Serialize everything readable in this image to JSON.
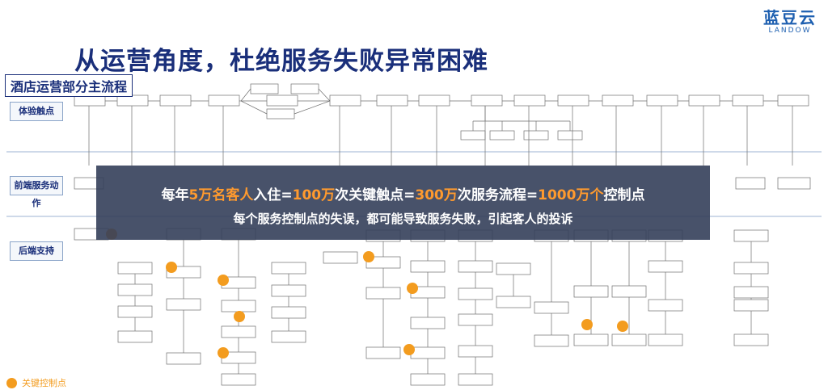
{
  "brand": {
    "name_cn": "蓝豆云",
    "name_en": "LANDOW"
  },
  "title": "从运营角度，杜绝服务失败异常困难",
  "subtitle": "酒店运营部分主流程",
  "lanes": [
    "体验触点",
    "前端服务动作",
    "后端支持"
  ],
  "overlay": {
    "line1": [
      {
        "text": "每年",
        "hl": false
      },
      {
        "text": "5万名客人",
        "hl": true
      },
      {
        "text": "入住=",
        "hl": false
      },
      {
        "text": "100万",
        "hl": true
      },
      {
        "text": "次关键触点=",
        "hl": false
      },
      {
        "text": "300万",
        "hl": true
      },
      {
        "text": "次服务流程=",
        "hl": false
      },
      {
        "text": "1000万个",
        "hl": true
      },
      {
        "text": "控制点",
        "hl": false
      }
    ],
    "line2": "每个服务控制点的失误，都可能导致服务失败，引起客人的投诉"
  },
  "legend": {
    "label": "关键控制点"
  },
  "colors": {
    "accent": "#f39c1f",
    "title": "#1a2f7a",
    "brand": "#1d5fb0",
    "overlay": "#343f5a"
  }
}
